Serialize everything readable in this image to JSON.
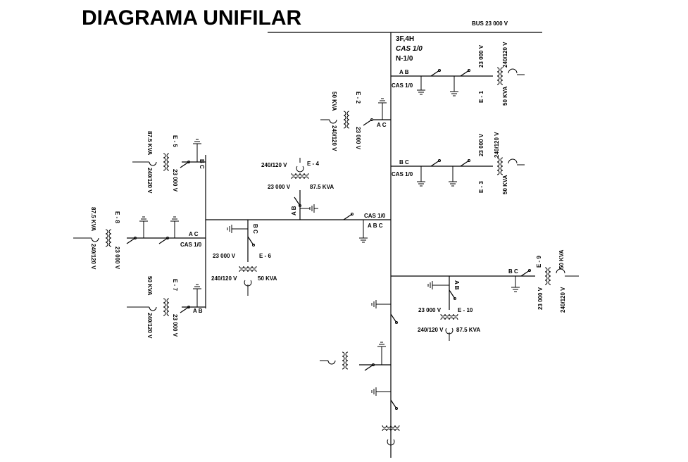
{
  "title": "DIAGRAMA UNIFILAR",
  "bus_label": "BUS  23 000  V",
  "main_line": {
    "phases": "3F,4H",
    "cable": "CAS 1/0",
    "neutral": "N-1/0"
  },
  "labels": {
    "ab_e1": "A B",
    "cas_e1": "CAS 1/0",
    "bc_e3": "B C",
    "cas_e3": "CAS 1/0",
    "ac_e2": "A C",
    "cas_branch": "CAS 1/0",
    "abc_branch": "A B C",
    "ab_e4": "A B",
    "bc_e6": "B C",
    "bc_e5": "B C",
    "ac_e8": "A C",
    "cas_e8": "CAS 1/0",
    "ab_e7": "A B",
    "bc_e9": "B C",
    "ab_e10": "A B"
  },
  "transformers": {
    "e1": {
      "name": "E - 1",
      "primary": "23 000 V",
      "secondary": "240/120 V",
      "kva": "50 KVA"
    },
    "e2": {
      "name": "E - 2",
      "primary": "23 000 V",
      "secondary": "240/120 V",
      "kva": "50 KVA"
    },
    "e3": {
      "name": "E - 3",
      "primary": "23 000 V",
      "secondary": "240/120 V",
      "kva": "50 KVA"
    },
    "e4": {
      "name": "E - 4",
      "primary": "23 000 V",
      "secondary": "240/120 V",
      "kva": "87.5  KVA"
    },
    "e5": {
      "name": "E - 5",
      "primary": "23 000 V",
      "secondary": "240/120 V",
      "kva": "87.5 KVA"
    },
    "e6": {
      "name": "E - 6",
      "primary": "23 000 V",
      "secondary": "240/120 V",
      "kva": "50 KVA"
    },
    "e7": {
      "name": "E - 7",
      "primary": "23 000 V",
      "secondary": "240/120 V",
      "kva": "50 KVA"
    },
    "e8": {
      "name": "E - 8",
      "primary": "23 000 V",
      "secondary": "240/120 V",
      "kva": "87.5 KVA"
    },
    "e9": {
      "name": "E - 9",
      "primary": "23 000 V",
      "secondary": "240/120 V",
      "kva": "50  KVA"
    },
    "e10": {
      "name": "E - 10",
      "primary": "23 000 V",
      "secondary": "240/120 V",
      "kva": "87.5  KVA"
    }
  }
}
